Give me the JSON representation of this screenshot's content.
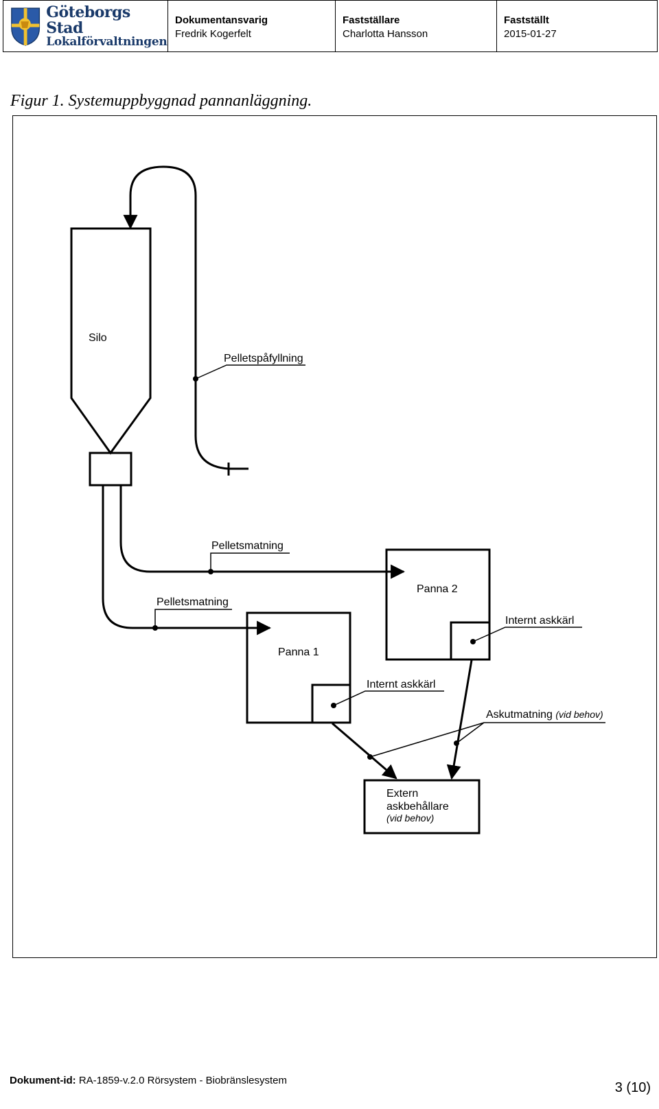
{
  "header": {
    "logo_line1": "Göteborgs Stad",
    "logo_line2": "Lokalförvaltningen",
    "owner_label": "Dokumentansvarig",
    "owner_value": "Fredrik Kogerfelt",
    "approver_label": "Fastställare",
    "approver_value": "Charlotta Hansson",
    "approved_label": "Fastställt",
    "approved_value": "2015-01-27"
  },
  "caption": "Figur 1. Systemuppbyggnad pannanläggning.",
  "diagram": {
    "silo": "Silo",
    "pellet_fill": "Pelletspåfyllning",
    "pellet_feed_top": "Pelletsmatning",
    "pellet_feed_bottom": "Pelletsmatning",
    "boiler2": "Panna 2",
    "boiler1": "Panna 1",
    "ash_bin2": "Internt askkärl",
    "ash_bin1": "Internt askkärl",
    "ash_feed": "Askutmatning",
    "ash_feed_note": "(vid behov)",
    "ext_line1": "Extern",
    "ext_line2": "askbehållare",
    "ext_note": "(vid behov)"
  },
  "footer": {
    "doc_id_label": "Dokument-id:",
    "doc_id_value": "RA-1859-v.2.0 Rörsystem - Biobränslesystem",
    "page": "3 (10)"
  }
}
